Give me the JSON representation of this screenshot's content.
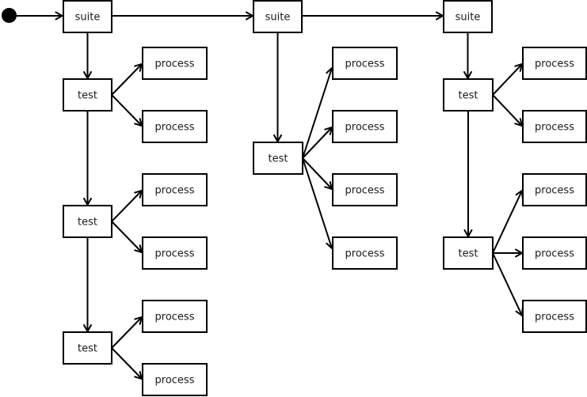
{
  "diagram": {
    "type": "activity-flow-diagram",
    "background_color": "#ffffff",
    "line_color": "#000000",
    "node_fill_color": "#ffffff",
    "node_border_color": "#000000",
    "text_color": "#1a1a1a",
    "start_node": {
      "id": "start",
      "kind": "initial-state",
      "shape": "filled-circle"
    },
    "nodes": [
      {
        "id": "start",
        "kind": "initial",
        "label": ""
      },
      {
        "id": "suite-1",
        "kind": "suite",
        "label": "suite"
      },
      {
        "id": "suite-2",
        "kind": "suite",
        "label": "suite"
      },
      {
        "id": "suite-3",
        "kind": "suite",
        "label": "suite"
      },
      {
        "id": "test-1-1",
        "kind": "test",
        "label": "test"
      },
      {
        "id": "test-1-2",
        "kind": "test",
        "label": "test"
      },
      {
        "id": "test-1-3",
        "kind": "test",
        "label": "test"
      },
      {
        "id": "process-1-1",
        "kind": "process",
        "label": "process"
      },
      {
        "id": "process-1-2",
        "kind": "process",
        "label": "process"
      },
      {
        "id": "process-1-3",
        "kind": "process",
        "label": "process"
      },
      {
        "id": "process-1-4",
        "kind": "process",
        "label": "process"
      },
      {
        "id": "process-1-5",
        "kind": "process",
        "label": "process"
      },
      {
        "id": "process-1-6",
        "kind": "process",
        "label": "process"
      },
      {
        "id": "test-2-1",
        "kind": "test",
        "label": "test"
      },
      {
        "id": "process-2-1",
        "kind": "process",
        "label": "process"
      },
      {
        "id": "process-2-2",
        "kind": "process",
        "label": "process"
      },
      {
        "id": "process-2-3",
        "kind": "process",
        "label": "process"
      },
      {
        "id": "process-2-4",
        "kind": "process",
        "label": "process"
      },
      {
        "id": "test-3-1",
        "kind": "test",
        "label": "test"
      },
      {
        "id": "test-3-2",
        "kind": "test",
        "label": "test"
      },
      {
        "id": "process-3-1",
        "kind": "process",
        "label": "process"
      },
      {
        "id": "process-3-2",
        "kind": "process",
        "label": "process"
      },
      {
        "id": "process-3-3",
        "kind": "process",
        "label": "process"
      },
      {
        "id": "process-3-4",
        "kind": "process",
        "label": "process"
      },
      {
        "id": "process-3-5",
        "kind": "process",
        "label": "process"
      }
    ],
    "edges": [
      {
        "from": "start",
        "to": "suite-1"
      },
      {
        "from": "suite-1",
        "to": "suite-2"
      },
      {
        "from": "suite-2",
        "to": "suite-3"
      },
      {
        "from": "suite-1",
        "to": "test-1-1"
      },
      {
        "from": "test-1-1",
        "to": "test-1-2"
      },
      {
        "from": "test-1-2",
        "to": "test-1-3"
      },
      {
        "from": "test-1-1",
        "to": "process-1-1"
      },
      {
        "from": "test-1-1",
        "to": "process-1-2"
      },
      {
        "from": "test-1-2",
        "to": "process-1-3"
      },
      {
        "from": "test-1-2",
        "to": "process-1-4"
      },
      {
        "from": "test-1-3",
        "to": "process-1-5"
      },
      {
        "from": "test-1-3",
        "to": "process-1-6"
      },
      {
        "from": "suite-2",
        "to": "test-2-1"
      },
      {
        "from": "test-2-1",
        "to": "process-2-1"
      },
      {
        "from": "test-2-1",
        "to": "process-2-2"
      },
      {
        "from": "test-2-1",
        "to": "process-2-3"
      },
      {
        "from": "test-2-1",
        "to": "process-2-4"
      },
      {
        "from": "suite-3",
        "to": "test-3-1"
      },
      {
        "from": "test-3-1",
        "to": "process-3-1"
      },
      {
        "from": "test-3-1",
        "to": "process-3-2"
      },
      {
        "from": "test-3-1",
        "to": "test-3-2"
      },
      {
        "from": "test-3-2",
        "to": "process-3-3"
      },
      {
        "from": "test-3-2",
        "to": "process-3-4"
      },
      {
        "from": "test-3-2",
        "to": "process-3-5"
      }
    ]
  }
}
